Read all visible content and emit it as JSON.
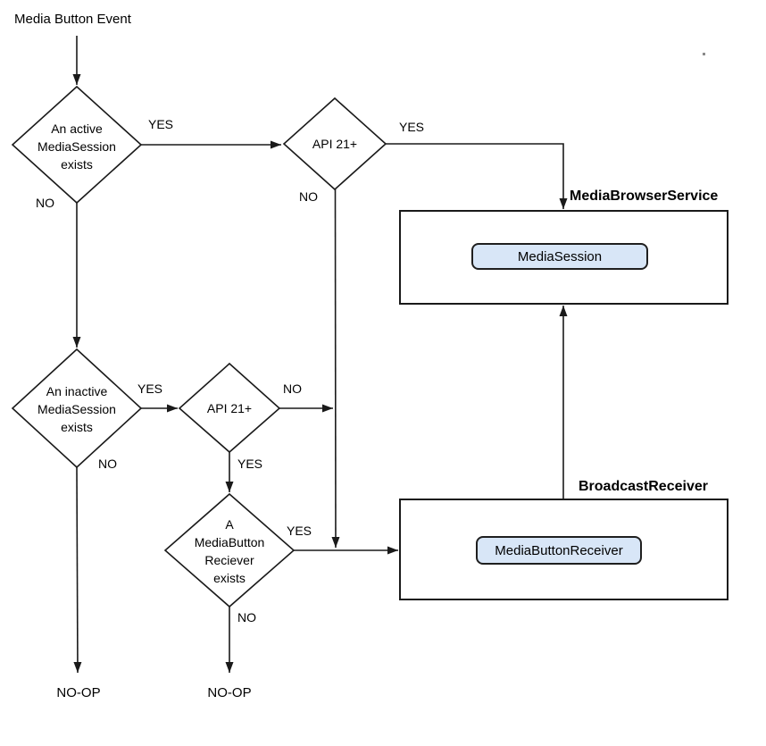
{
  "diagram": {
    "start_label": "Media Button Event",
    "decisions": {
      "active_session": "An active\nMediaSession\nexists",
      "api21_first": "API 21+",
      "inactive_session": "An inactive\nMediaSession\nexists",
      "api21_second": "API 21+",
      "receiver_exists": "A\nMediaButton\nReciever\nexists"
    },
    "containers": {
      "media_browser_service": {
        "title": "MediaBrowserService",
        "component": "MediaSession"
      },
      "broadcast_receiver": {
        "title": "BroadcastReceiver",
        "component": "MediaButtonReceiver"
      }
    },
    "terminals": {
      "noop_left": "NO-OP",
      "noop_right": "NO-OP"
    },
    "edge_labels": {
      "active_yes": "YES",
      "active_no": "NO",
      "api21_first_yes": "YES",
      "api21_first_no": "NO",
      "inactive_yes": "YES",
      "inactive_no": "NO",
      "api21_second_no": "NO",
      "api21_second_yes": "YES",
      "receiver_yes": "YES",
      "receiver_no": "NO"
    },
    "colors": {
      "line": "#1a1a1a",
      "text": "#000000",
      "node_fill": "#ffffff",
      "component_fill": "#d8e6f7",
      "component_border": "#1f1f1f"
    }
  }
}
